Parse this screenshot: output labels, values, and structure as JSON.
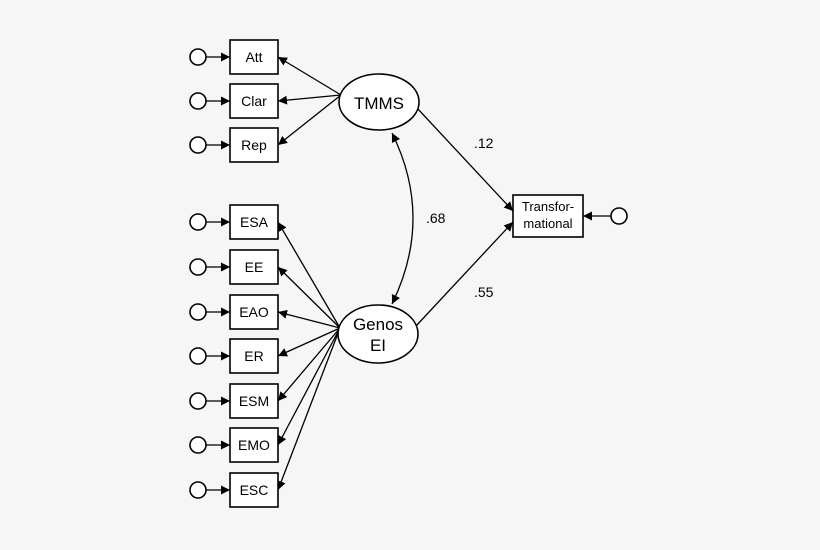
{
  "diagram": {
    "indicators_tmms": [
      "Att",
      "Clar",
      "Rep"
    ],
    "indicators_genos": [
      "ESA",
      "EE",
      "EAO",
      "ER",
      "ESM",
      "EMO",
      "ESC"
    ],
    "latent_tmms": "TMMS",
    "latent_genos": [
      "Genos",
      "EI"
    ],
    "outcome": [
      "Transfor-",
      "mational"
    ],
    "coefficients": {
      "tmms_to_outcome": ".12",
      "genos_to_outcome": ".55",
      "correlation": ".68"
    }
  },
  "colors": {
    "background": "#f6f6f6",
    "stroke": "#000000",
    "fill": "#ffffff"
  }
}
